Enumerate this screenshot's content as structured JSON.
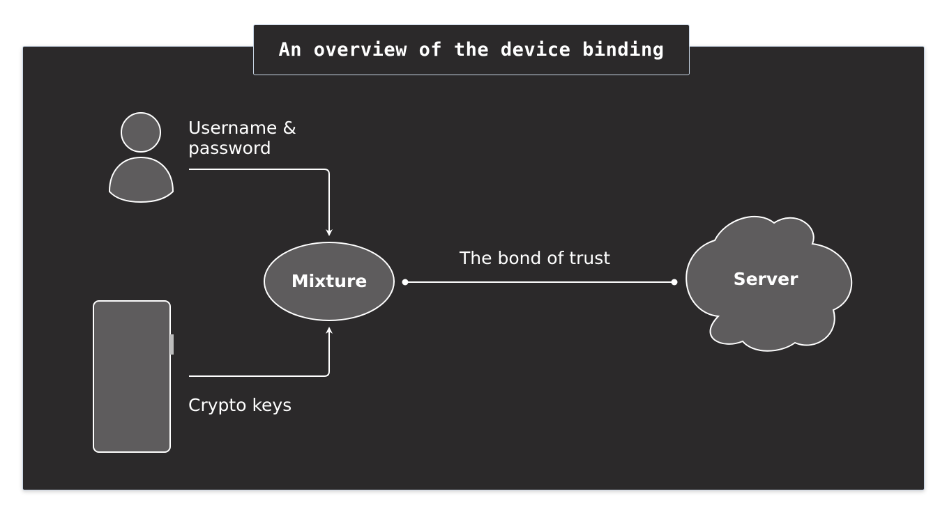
{
  "title": "An overview of the device binding",
  "labels": {
    "credentials": "Username & password",
    "keys": "Crypto keys",
    "bond": "The bond of trust"
  },
  "nodes": {
    "mixture": "Mixture",
    "server": "Server"
  },
  "icons": {
    "user": "user-icon",
    "phone": "phone-icon",
    "cloud": "cloud-icon"
  },
  "colors": {
    "background": "#2b292a",
    "shape_fill": "#5e5c5d",
    "line": "#ffffff",
    "frame_border": "#c9d6e6"
  }
}
